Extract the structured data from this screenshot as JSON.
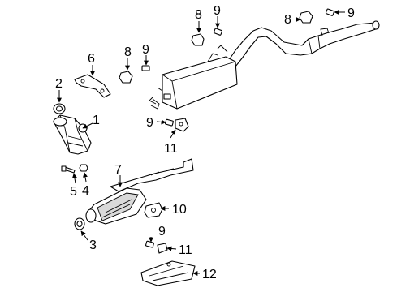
{
  "diagram": {
    "callouts": {
      "c1": "1",
      "c2": "2",
      "c3": "3",
      "c4": "4",
      "c5": "5",
      "c6": "6",
      "c7": "7",
      "c8a": "8",
      "c8b": "8",
      "c8c": "8",
      "c9a": "9",
      "c9b": "9",
      "c9c": "9",
      "c9d": "9",
      "c9e": "9",
      "c10": "10",
      "c11a": "11",
      "c11b": "11",
      "c12": "12"
    }
  }
}
